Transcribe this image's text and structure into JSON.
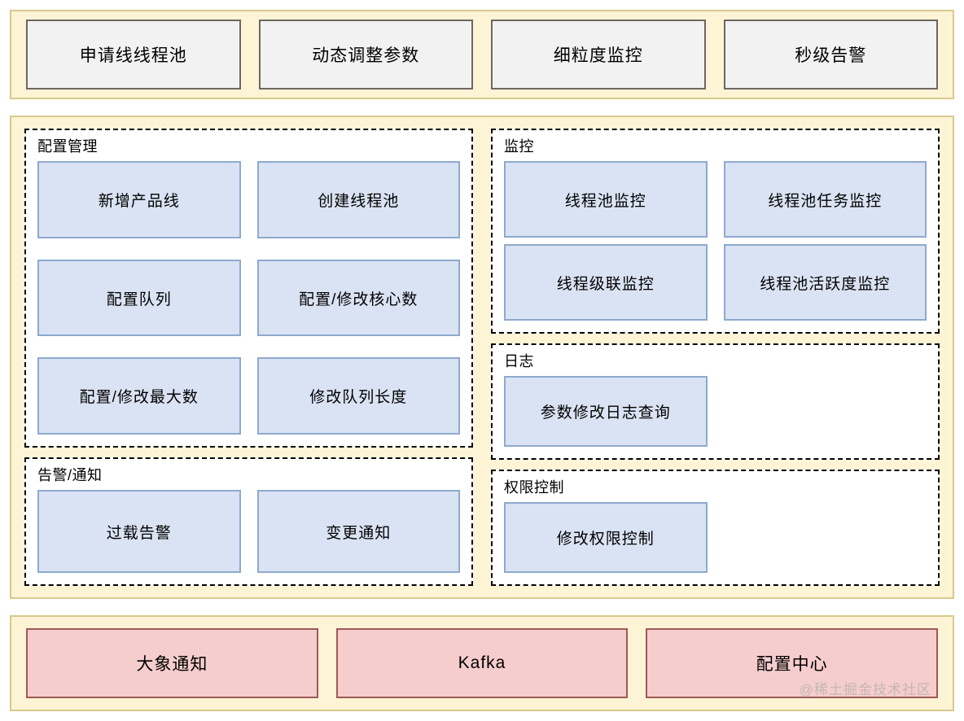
{
  "top_band": {
    "items": [
      {
        "label": "申请线线程池"
      },
      {
        "label": "动态调整参数"
      },
      {
        "label": "细粒度监控"
      },
      {
        "label": "秒级告警"
      }
    ]
  },
  "middle_band": {
    "left_column": {
      "groups": [
        {
          "title": "配置管理",
          "rows": [
            [
              {
                "label": "新增产品线"
              },
              {
                "label": "创建线程池"
              }
            ],
            [
              {
                "label": "配置队列"
              },
              {
                "label": "配置/修改核心数"
              }
            ],
            [
              {
                "label": "配置/修改最大数"
              },
              {
                "label": "修改队列长度"
              }
            ]
          ]
        },
        {
          "title": "告警/通知",
          "rows": [
            [
              {
                "label": "过载告警"
              },
              {
                "label": "变更通知"
              }
            ]
          ]
        }
      ]
    },
    "right_column": {
      "groups": [
        {
          "title": "监控",
          "rows": [
            [
              {
                "label": "线程池监控"
              },
              {
                "label": "线程池任务监控"
              }
            ],
            [
              {
                "label": "线程级联监控"
              },
              {
                "label": "线程池活跃度监控"
              }
            ]
          ]
        },
        {
          "title": "日志",
          "rows": [
            [
              {
                "label": "参数修改日志查询"
              }
            ]
          ]
        },
        {
          "title": "权限控制",
          "rows": [
            [
              {
                "label": "修改权限控制"
              }
            ]
          ]
        }
      ]
    }
  },
  "bottom_band": {
    "items": [
      {
        "label": "大象通知"
      },
      {
        "label": "Kafka"
      },
      {
        "label": "配置中心"
      }
    ]
  },
  "watermark": {
    "text": "@稀土掘金技术社区"
  },
  "colors": {
    "band_fill": "#fdf4d6",
    "band_border": "#d9c98c",
    "gray_fill": "#f2f2f2",
    "gray_border": "#6d6763",
    "blue_fill": "#dae3f3",
    "blue_border": "#8ea9ce",
    "red_fill": "#f6cdcd",
    "red_border": "#9c5a57",
    "dashed_border": "#000000",
    "watermark": "#b9b4b0"
  }
}
